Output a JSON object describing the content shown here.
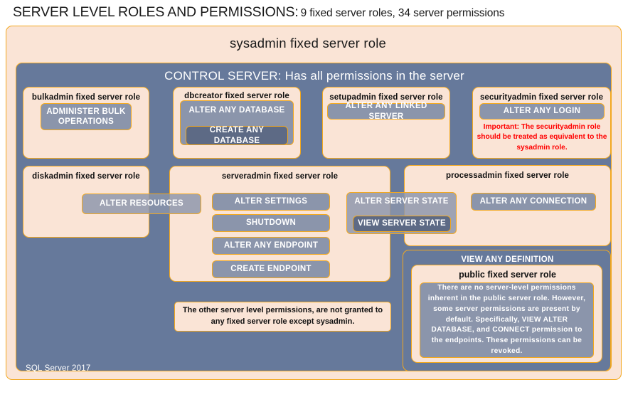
{
  "title": {
    "main": "SERVER LEVEL ROLES AND PERMISSIONS:",
    "sub": "9 fixed server roles, 34 server permissions"
  },
  "sysadmin": {
    "label": "sysadmin  fixed  server  role"
  },
  "control_server": {
    "label": "CONTROL SERVER: Has all permissions in the server"
  },
  "roles": {
    "bulkadmin": {
      "label": "bulkadmin  fixed server role",
      "permissions": [
        "ADMINISTER  BULK OPERATIONS"
      ]
    },
    "dbcreator": {
      "label": "dbcreator fixed server role",
      "permissions": [
        "ALTER ANY DATABASE",
        "CREATE  ANY DATABASE"
      ]
    },
    "setupadmin": {
      "label": "setupadmin fixed server role",
      "permissions": [
        "ALTER ANY LINKED SERVER"
      ]
    },
    "securityadmin": {
      "label": "securityadmin  fixed server role",
      "permissions": [
        "ALTER ANY LOGIN"
      ],
      "note": "Important:  The securityadmin role should  be treated as equivalent to the sysadmin role."
    },
    "diskadmin": {
      "label": "diskadmin  fixed server role",
      "permissions": [
        "ALTER RESOURCES"
      ]
    },
    "serveradmin": {
      "label": "serveradmin fixed server role",
      "permissions": [
        "ALTER SETTINGS",
        "SHUTDOWN",
        "ALTER ANY ENDPOINT",
        "CREATE  ENDPOINT",
        "ALTER  SERVER  STATE",
        "VIEW  SERVER  STATE"
      ]
    },
    "processadmin": {
      "label": "processadmin fixed server role",
      "permissions": [
        "ALTER ANY CONNECTION"
      ]
    },
    "public": {
      "outer_permission": "VIEW  ANY DEFINITION",
      "label": "public  fixed server role",
      "note": "There are no server-level permissions inherent in the public server role. However, some server permissions are present by default. Specifically, VIEW ALTER DATABASE, and CONNECT permission to the endpoints. These permissions can be revoked."
    }
  },
  "other_note": "The other server level permissions,  are not granted to any fixed server role except sysadmin.",
  "footer": {
    "version": "SQL Server 2017"
  },
  "colors": {
    "peach_fill": "#fae4d6",
    "gold_border": "#f2a81f",
    "slate_fill": "#66799b",
    "permission_fill": "#8b95ab",
    "permission_fill_dark": "#5d6a85",
    "warning_text": "#ff0000",
    "title_text": "#1a1a1a"
  }
}
